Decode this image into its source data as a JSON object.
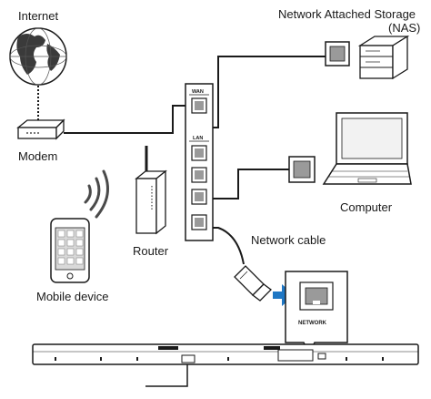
{
  "labels": {
    "internet": "Internet",
    "nas_line1": "Network Attached Storage",
    "nas_line2": "(NAS)",
    "modem": "Modem",
    "computer": "Computer",
    "router": "Router",
    "network_cable": "Network cable",
    "mobile_device": "Mobile device"
  },
  "ports": {
    "wan": "WAN",
    "lan": "LAN",
    "network": "NETWORK"
  },
  "colors": {
    "line": "#1a1a1a",
    "device_fill": "#ffffff",
    "panel_grey": "#9a9a9a",
    "arrow_blue": "#1f77c4",
    "screen_grey": "#d9d9d9"
  }
}
